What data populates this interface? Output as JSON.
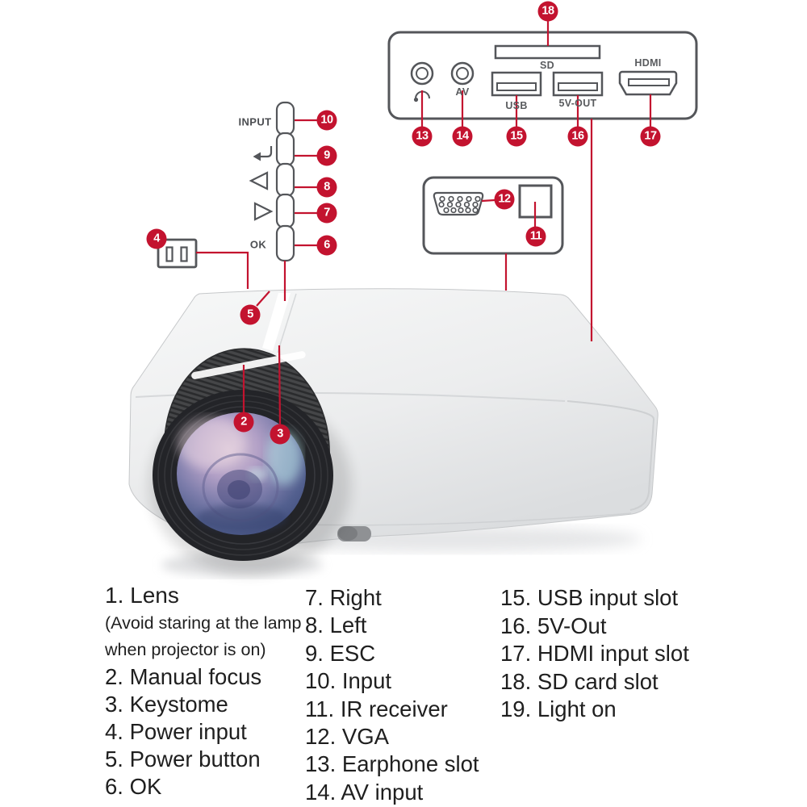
{
  "colors": {
    "callout_red": "#c3132f",
    "outline_gray": "#54565a",
    "label_gray": "#595b5e",
    "legend_text": "#1f1f1f"
  },
  "back_panel": {
    "sd_label": "SD",
    "usb_label": "USB",
    "five_v_out_label": "5V-OUT",
    "hdmi_label": "HDMI",
    "av_label": "AV"
  },
  "controls": {
    "input_label": "INPUT",
    "ok_label": "OK"
  },
  "callouts": {
    "c2": "2",
    "c3": "3",
    "c4": "4",
    "c5": "5",
    "c6": "6",
    "c7": "7",
    "c8": "8",
    "c9": "9",
    "c10": "10",
    "c11": "11",
    "c12": "12",
    "c13": "13",
    "c14": "14",
    "c15": "15",
    "c16": "16",
    "c17": "17",
    "c18": "18"
  },
  "legend": {
    "col1": [
      "1. Lens",
      "(Avoid staring at the lamp",
      "when projector is on)",
      "2. Manual focus",
      "3. Keystome",
      "4. Power input",
      "5. Power button",
      "6. OK"
    ],
    "col2": [
      "7. Right",
      "8. Left",
      "9. ESC",
      "10. Input",
      "11. IR receiver",
      "12. VGA",
      "13. Earphone slot",
      "14. AV input"
    ],
    "col3": [
      "15. USB input slot",
      "16. 5V-Out",
      "17. HDMI input slot",
      "18. SD card slot",
      "19. Light on"
    ]
  }
}
